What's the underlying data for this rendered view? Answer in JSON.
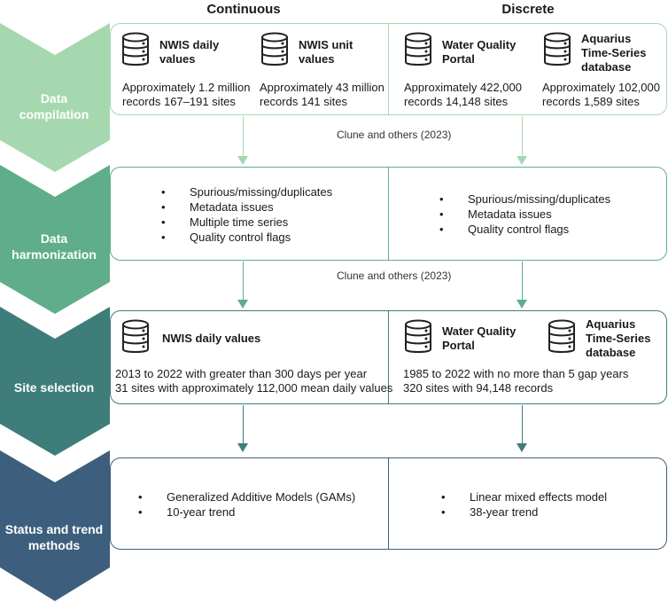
{
  "headers": {
    "continuous": "Continuous",
    "discrete": "Discrete"
  },
  "steps": [
    {
      "label_line1": "Data",
      "label_line2": "compilation",
      "color": "#a6d8b0"
    },
    {
      "label_line1": "Data",
      "label_line2": "harmonization",
      "color": "#5fad8b"
    },
    {
      "label_line1": "Site selection",
      "label_line2": "",
      "color": "#3e7d7a"
    },
    {
      "label_line1": "Status and trend",
      "label_line2": "methods",
      "color": "#3d5f7d"
    }
  ],
  "compilation": {
    "border_color": "#a6d8b0",
    "sources": [
      {
        "title_l1": "NWIS daily",
        "title_l2": "values",
        "title_l3": "",
        "text_l1": "Approximately 1.2 million",
        "text_l2": "records 167–191 sites"
      },
      {
        "title_l1": "NWIS unit",
        "title_l2": "values",
        "title_l3": "",
        "text_l1": "Approximately 43 million",
        "text_l2": "records 141 sites"
      },
      {
        "title_l1": "Water Quality",
        "title_l2": "Portal",
        "title_l3": "",
        "text_l1": "Approximately 422,000",
        "text_l2": "records 14,148 sites"
      },
      {
        "title_l1": "Aquarius",
        "title_l2": "Time-Series",
        "title_l3": "database",
        "text_l1": "Approximately 102,000",
        "text_l2": "records 1,589 sites"
      }
    ]
  },
  "citation_1": "Clune and others (2023)",
  "citation_2": "Clune and others (2023)",
  "harmonization": {
    "border_color": "#5fad8b",
    "continuous": [
      "Spurious/missing/duplicates",
      "Metadata issues",
      "Multiple time series",
      "Quality control flags"
    ],
    "discrete": [
      "Spurious/missing/duplicates",
      "Metadata issues",
      "Quality control flags"
    ]
  },
  "site_selection": {
    "border_color": "#3e7d7a",
    "continuous_source": "NWIS daily values",
    "continuous_l1": "2013 to 2022 with greater than 300 days per year",
    "continuous_l2": "31 sites with approximately 112,000 mean daily values",
    "discrete_source_1_l1": "Water Quality",
    "discrete_source_1_l2": "Portal",
    "discrete_source_2_l1": "Aquarius",
    "discrete_source_2_l2": "Time-Series",
    "discrete_source_2_l3": "database",
    "discrete_l1": "1985 to 2022 with no more than 5 gap years",
    "discrete_l2": "320 sites with 94,148 records"
  },
  "methods": {
    "border_color": "#3d5f7d",
    "continuous": [
      "Generalized Additive Models (GAMs)",
      "10-year trend"
    ],
    "discrete": [
      "Linear mixed effects model",
      "38-year trend"
    ]
  },
  "icons": {
    "database": "database-icon"
  }
}
